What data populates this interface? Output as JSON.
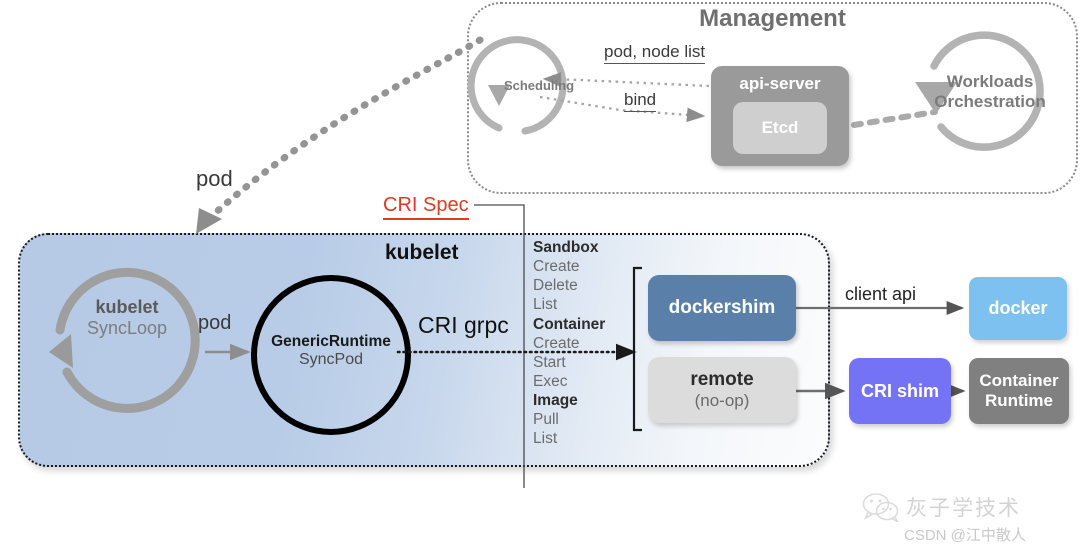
{
  "management": {
    "title": "Management",
    "scheduling_label": "Scheduling",
    "workloads": {
      "line1": "Workloads",
      "line2": "Orchestration"
    },
    "api_server": {
      "title": "api-server",
      "etcd_label": "Etcd"
    },
    "edges": {
      "pod_node_list": "pod, node list",
      "bind": "bind"
    }
  },
  "pod_edge_label": "pod",
  "cri_spec": {
    "callout_label": "CRI Spec",
    "operations": [
      {
        "text": "Sandbox",
        "header": true
      },
      {
        "text": "Create",
        "header": false
      },
      {
        "text": "Delete",
        "header": false
      },
      {
        "text": "List",
        "header": false
      },
      {
        "text": "Container",
        "header": true
      },
      {
        "text": "Create",
        "header": false
      },
      {
        "text": "Start",
        "header": false
      },
      {
        "text": "Exec",
        "header": false
      },
      {
        "text": "Image",
        "header": true
      },
      {
        "text": "Pull",
        "header": false
      },
      {
        "text": "List",
        "header": false
      }
    ]
  },
  "kubelet": {
    "title": "kubelet",
    "sync_loop": {
      "line1": "kubelet",
      "line2": "SyncLoop"
    },
    "generic_runtime": {
      "line1": "GenericRuntime",
      "line2": "SyncPod"
    },
    "pod_inner_label": "pod",
    "cri_grpc_label": "CRI grpc"
  },
  "shims": {
    "dockershim": "dockershim",
    "remote": {
      "line1": "remote",
      "line2": "(no-op)"
    }
  },
  "runtimes": {
    "docker": "docker",
    "cri_shim": "CRI shim",
    "container_runtime": {
      "line1": "Container",
      "line2": "Runtime"
    },
    "client_api_label": "client api"
  },
  "watermark": {
    "brand": "灰子学技术",
    "credit": "CSDN @江中散人"
  },
  "colors": {
    "dockershim": "#5a80a9",
    "docker": "#7cc1f0",
    "cri_shim": "#7573f5",
    "container_runtime": "#808080",
    "api_server": "#9a9a9a",
    "etcd": "#cfcfcf",
    "remote": "#dcdcdc",
    "kubelet_panel_start": "#b6cae6",
    "cri_spec_accent": "#e03a20",
    "gray_stroke": "#a8a8a8"
  }
}
